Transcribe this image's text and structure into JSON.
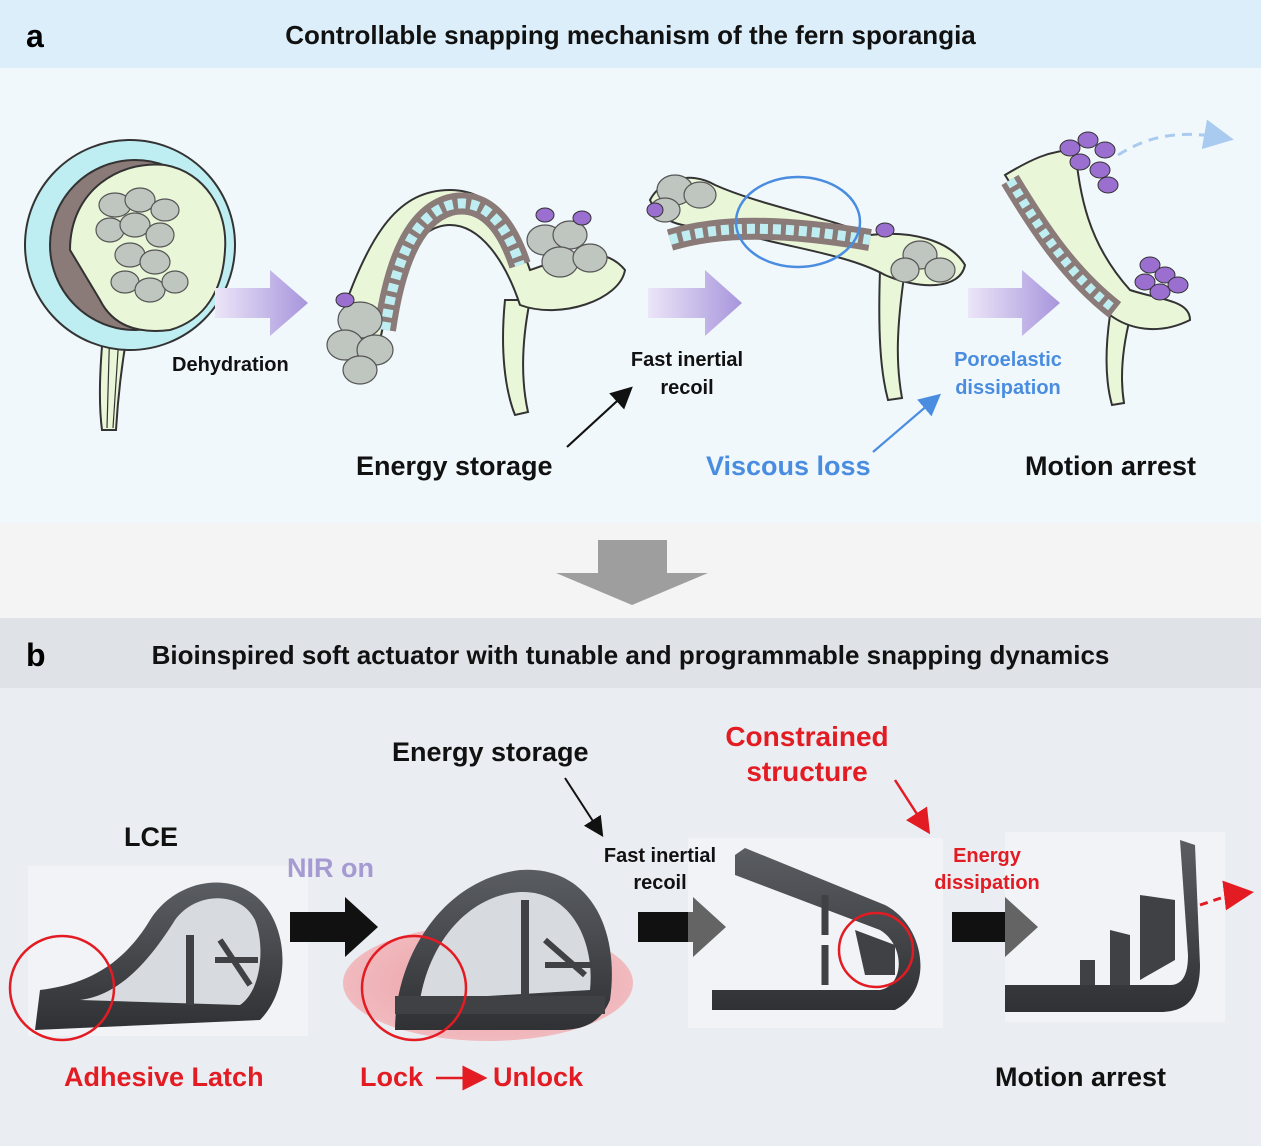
{
  "panel_a": {
    "letter": "a",
    "title": "Controllable snapping mechanism of the fern sporangia",
    "labels": {
      "dehydration": "Dehydration",
      "fast_inertial_recoil": [
        "Fast inertial",
        "recoil"
      ],
      "poroelastic_dissipation": [
        "Poroelastic",
        "dissipation"
      ],
      "energy_storage": "Energy storage",
      "viscous_loss": "Viscous loss",
      "motion_arrest": "Motion arrest"
    }
  },
  "panel_b": {
    "letter": "b",
    "title": "Bioinspired soft actuator with tunable and programmable snapping dynamics",
    "labels": {
      "lce": "LCE",
      "nir_on": "NIR on",
      "energy_storage": "Energy storage",
      "constrained_structure": [
        "Constrained",
        "structure"
      ],
      "fast_inertial_recoil": [
        "Fast inertial",
        "recoil"
      ],
      "energy_dissipation": [
        "Energy",
        "dissipation"
      ],
      "adhesive_latch": "Adhesive Latch",
      "lock": "Lock",
      "unlock": "Unlock",
      "motion_arrest": "Motion arrest"
    }
  },
  "colors": {
    "panel_a_bg": "#f1f8fc",
    "panel_a_header": "#dbeef9",
    "panel_b_bg": "#eaedf1",
    "panel_b_header": "#dfe3e8",
    "accent_blue": "#4a8de0",
    "accent_red": "#e31b23",
    "accent_purple": "#a59ad2",
    "sporangium_fill": "#eaf6d8",
    "annulus_brown": "#8a7a78",
    "annulus_cell": "#bfeef2",
    "spore_grey": "#bfc6bf",
    "spore_purple": "#9b6fd0",
    "actuator_dark": "#3f4145"
  }
}
